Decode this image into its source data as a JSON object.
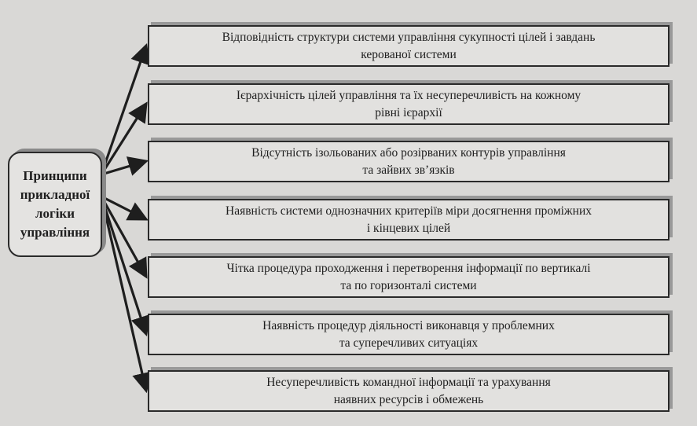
{
  "root": {
    "label_lines": [
      "Принципи",
      "прикладної",
      "логіки",
      "управління"
    ]
  },
  "principles": [
    {
      "line1": "Відповідність структури системи управління сукупності цілей і завдань",
      "line2": "керованої системи"
    },
    {
      "line1": "Ієрархічність цілей управління та їх несуперечливість на кожному",
      "line2": "рівні ієрархії"
    },
    {
      "line1": "Відсутність ізольованих або розірваних контурів управління",
      "line2": "та зайвих зв’язків"
    },
    {
      "line1": "Наявність системи однозначних критеріїв міри досягнення проміжних",
      "line2": "і кінцевих цілей"
    },
    {
      "line1": "Чітка процедура проходження і перетворення інформації по вертикалі",
      "line2": "та по горизонталі системи"
    },
    {
      "line1": "Наявність процедур діяльності виконавця у проблемних",
      "line2": "та суперечливих ситуаціях"
    },
    {
      "line1": "Несуперечливість командної інформації та урахування",
      "line2": "наявних ресурсів і обмежень"
    }
  ]
}
